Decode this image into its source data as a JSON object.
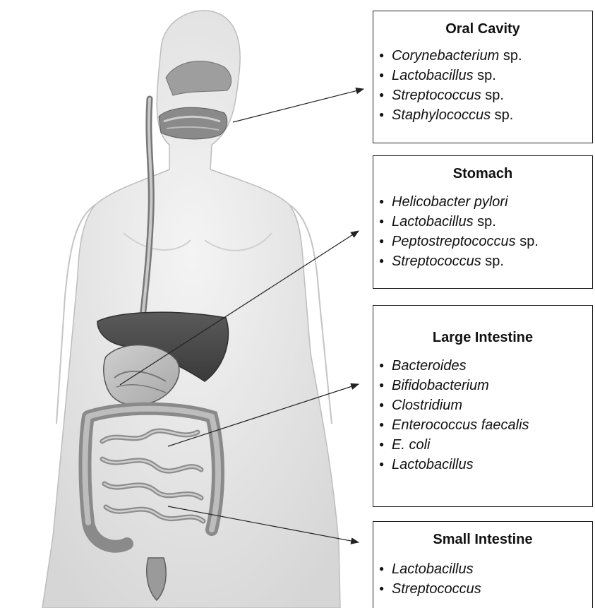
{
  "sites": [
    {
      "title": "Oral Cavity",
      "organisms": [
        {
          "name": "Corynebacterium",
          "suffix": " sp."
        },
        {
          "name": "Lactobacillus",
          "suffix": " sp."
        },
        {
          "name": "Streptococcus",
          "suffix": " sp."
        },
        {
          "name": "Staphylococcus",
          "suffix": " sp."
        }
      ]
    },
    {
      "title": "Stomach",
      "organisms": [
        {
          "name": "Helicobacter pylori",
          "suffix": ""
        },
        {
          "name": "Lactobacillus",
          "suffix": " sp."
        },
        {
          "name": "Peptostreptococcus",
          "suffix": " sp."
        },
        {
          "name": "Streptococcus",
          "suffix": " sp."
        }
      ]
    },
    {
      "title": "Large Intestine",
      "organisms": [
        {
          "name": "Bacteroides",
          "suffix": ""
        },
        {
          "name": "Bifidobacterium",
          "suffix": ""
        },
        {
          "name": "Clostridium",
          "suffix": ""
        },
        {
          "name": "Enterococcus faecalis",
          "suffix": ""
        },
        {
          "name": "E. coli",
          "suffix": ""
        },
        {
          "name": "Lactobacillus",
          "suffix": ""
        }
      ]
    },
    {
      "title": "Small Intestine",
      "organisms": [
        {
          "name": "Lactobacillus",
          "suffix": ""
        },
        {
          "name": "Streptococcus",
          "suffix": ""
        }
      ]
    }
  ]
}
